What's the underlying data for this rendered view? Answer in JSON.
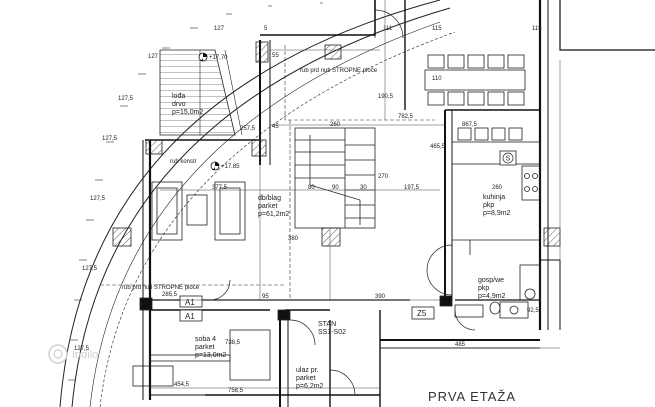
{
  "rooms": {
    "lodja": [
      "lođa",
      "drvo",
      "p=15,0m2"
    ],
    "dnevni": [
      "db/blag",
      "parket",
      "p=61,2m2"
    ],
    "kuhinja": [
      "kuhinja",
      "pkp",
      "p=8,9m2"
    ],
    "gospodarski": [
      "gosp/we",
      "pkp",
      "p=4,9m2"
    ],
    "soba": [
      "soba 4",
      "parket",
      "p=13,0m2"
    ],
    "ulaz": [
      "ulaz pr.",
      "parket",
      "p=6,2m2"
    ],
    "stan": [
      "STAN",
      "SS1-S02"
    ]
  },
  "labels": {
    "ceiling_top": "rub prd nuti STROPNE ploče",
    "ceiling_mid": "rub prd nuti STROPNE ploče",
    "ceiling_small": "rub konstr",
    "level_top": "+17,70",
    "level_mid": "+17,85",
    "tag_a1_upper": "A1",
    "tag_a1_lower": "A1",
    "tag_z5": "Z5",
    "sink": "S",
    "floor_title": "PRVA ETAŽA",
    "watermark": "Indilo"
  },
  "dimensions": {
    "d_5": "5",
    "d_55": "55",
    "d_111": "111",
    "d_115": "115",
    "d_190_5": "190,5",
    "d_45": "45",
    "d_260": "260",
    "d_782_5": "782,5",
    "d_867_5": "867,5",
    "d_465_5": "465,5",
    "d_377_5": "377,5",
    "d_80": "80",
    "d_197_5": "197,5",
    "d_270": "270",
    "d_380": "380",
    "d_285_5": "285,5",
    "d_95": "95",
    "d_390": "390",
    "d_738_5": "738,5",
    "d_454_5": "454,5",
    "d_758_5": "758,5",
    "d_92_5": "92,5",
    "d_485": "485",
    "d_257_5": "257,5",
    "d_110": "110",
    "d_127": "127",
    "d_127_5": "127,5",
    "d_30": "30",
    "d_90": "90",
    "d_260b": "260"
  }
}
